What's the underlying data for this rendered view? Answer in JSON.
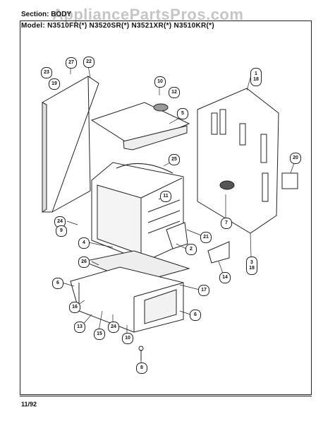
{
  "header": {
    "section": "Section: BODY",
    "models": "Model: N3510FR(*)  N3520SR(*)  N3521XR(*)  N3510KR(*)"
  },
  "watermark": "AppliancePartsPros.com",
  "footer": {
    "date": "11/92"
  },
  "callouts": [
    {
      "id": "c27",
      "label": "27"
    },
    {
      "id": "c22",
      "label": "22"
    },
    {
      "id": "c23",
      "label": "23"
    },
    {
      "id": "c19",
      "label": "19"
    },
    {
      "id": "c10a",
      "label": "10"
    },
    {
      "id": "c12",
      "label": "12"
    },
    {
      "id": "c5",
      "label": "5"
    },
    {
      "id": "c1_18",
      "label": "1 18"
    },
    {
      "id": "c25",
      "label": "25"
    },
    {
      "id": "c11",
      "label": "11"
    },
    {
      "id": "c20",
      "label": "20"
    },
    {
      "id": "c24a",
      "label": "24"
    },
    {
      "id": "c9",
      "label": "9"
    },
    {
      "id": "c7",
      "label": "7"
    },
    {
      "id": "c21",
      "label": "21"
    },
    {
      "id": "c4",
      "label": "4"
    },
    {
      "id": "c2",
      "label": "2"
    },
    {
      "id": "c3_18",
      "label": "3 18"
    },
    {
      "id": "c26",
      "label": "26"
    },
    {
      "id": "c14",
      "label": "14"
    },
    {
      "id": "c6a",
      "label": "6"
    },
    {
      "id": "c17",
      "label": "17"
    },
    {
      "id": "c16",
      "label": "16"
    },
    {
      "id": "c6b",
      "label": "6"
    },
    {
      "id": "c13",
      "label": "13"
    },
    {
      "id": "c15",
      "label": "15"
    },
    {
      "id": "c24b",
      "label": "24"
    },
    {
      "id": "c10b",
      "label": "10"
    },
    {
      "id": "c8",
      "label": "8"
    }
  ]
}
